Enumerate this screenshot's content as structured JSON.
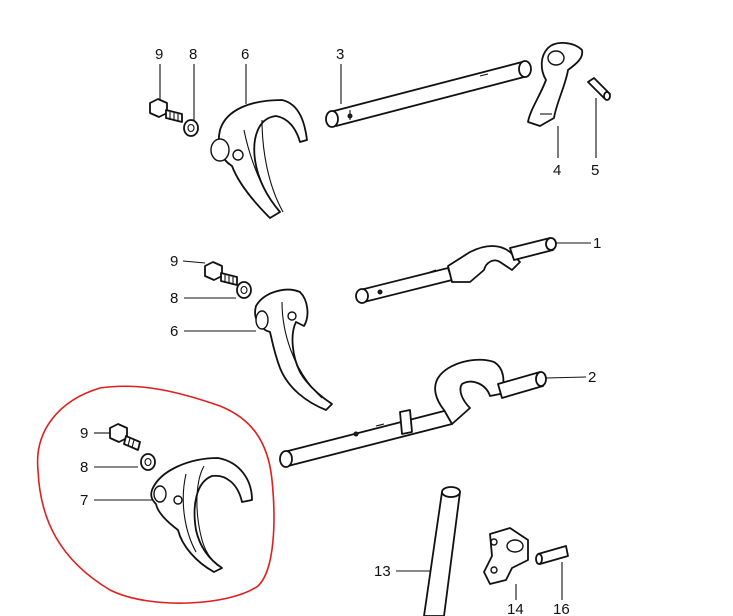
{
  "diagram": {
    "labels": {
      "l1": "1",
      "l2": "2",
      "l3": "3",
      "l4": "4",
      "l5": "5",
      "l6a": "6",
      "l6b": "6",
      "l7": "7",
      "l8a": "8",
      "l8b": "8",
      "l8c": "8",
      "l9a": "9",
      "l9b": "9",
      "l9c": "9",
      "l13": "13",
      "l14": "14",
      "l16": "16"
    },
    "colors": {
      "line": "#111111",
      "highlight": "#e11d1d",
      "background": "#ffffff"
    }
  }
}
